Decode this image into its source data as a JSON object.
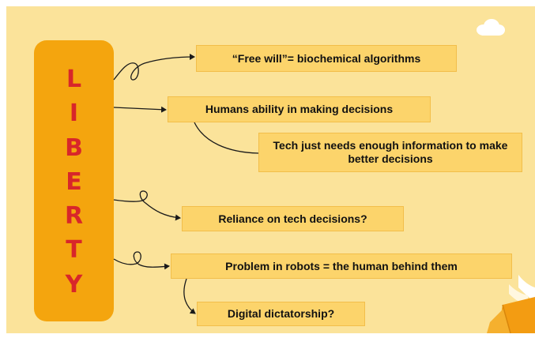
{
  "pillar": {
    "letters": [
      "L",
      "I",
      "B",
      "E",
      "R",
      "T",
      "Y"
    ]
  },
  "boxes": {
    "free_will": "“Free will”= biochemical algorithms",
    "humans_ability": "Humans ability in making decisions",
    "tech_needs": "Tech just needs enough information to make better decisions",
    "reliance": "Reliance on tech decisions?",
    "problem_robots": "Problem in robots = the human behind them",
    "digital_dictatorship": "Digital dictatorship?"
  },
  "colors": {
    "background": "#fbe39a",
    "pillar": "#f4a50e",
    "letters": "#d8262a",
    "box": "#fcd46b",
    "connector": "#1a1a1a"
  },
  "icons": {
    "top_right": "cloud-icon",
    "bottom_right": "open-book-icon"
  }
}
